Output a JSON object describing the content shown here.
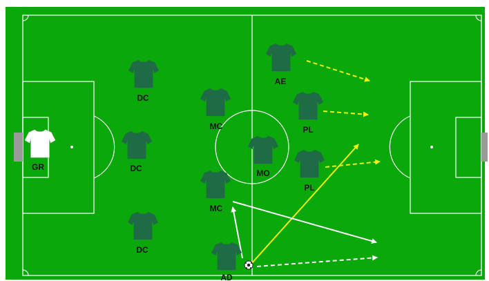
{
  "colors": {
    "pitch": "#0aa80a",
    "lines": "#ffffff",
    "team_shirt": "#1f6b45",
    "team_shirt_dark": "#14523a",
    "goalkeeper_shirt": "#ffffff",
    "goal_net": "#9a9a9a",
    "pass_arrow": "#f2f20a",
    "run_arrow": "#ffffff"
  },
  "players": [
    {
      "role": "GR",
      "label": "GR",
      "kit": "goalkeeper"
    },
    {
      "role": "DC",
      "label": "DC",
      "kit": "team"
    },
    {
      "role": "DC",
      "label": "DC",
      "kit": "team"
    },
    {
      "role": "DC",
      "label": "DC",
      "kit": "team"
    },
    {
      "role": "MC",
      "label": "MC",
      "kit": "team"
    },
    {
      "role": "MC",
      "label": "MC",
      "kit": "team"
    },
    {
      "role": "MO",
      "label": "MO",
      "kit": "team"
    },
    {
      "role": "AE",
      "label": "AE",
      "kit": "team"
    },
    {
      "role": "PL",
      "label": "PL",
      "kit": "team"
    },
    {
      "role": "PL",
      "label": "PL",
      "kit": "team"
    },
    {
      "role": "AD",
      "label": "AD",
      "kit": "team"
    }
  ],
  "arrows": [
    {
      "kind": "ball-pass",
      "style": "solid",
      "color": "pass_arrow"
    },
    {
      "kind": "ball-pass",
      "style": "dashed",
      "color": "run_arrow"
    },
    {
      "kind": "player-run",
      "style": "solid",
      "color": "run_arrow"
    },
    {
      "kind": "player-run",
      "style": "solid",
      "color": "run_arrow"
    },
    {
      "kind": "player-run",
      "style": "dashed",
      "color": "pass_arrow"
    },
    {
      "kind": "player-run",
      "style": "dashed",
      "color": "pass_arrow"
    },
    {
      "kind": "player-run",
      "style": "dashed",
      "color": "pass_arrow"
    }
  ],
  "ball": {
    "icon": "soccer-ball-icon"
  }
}
